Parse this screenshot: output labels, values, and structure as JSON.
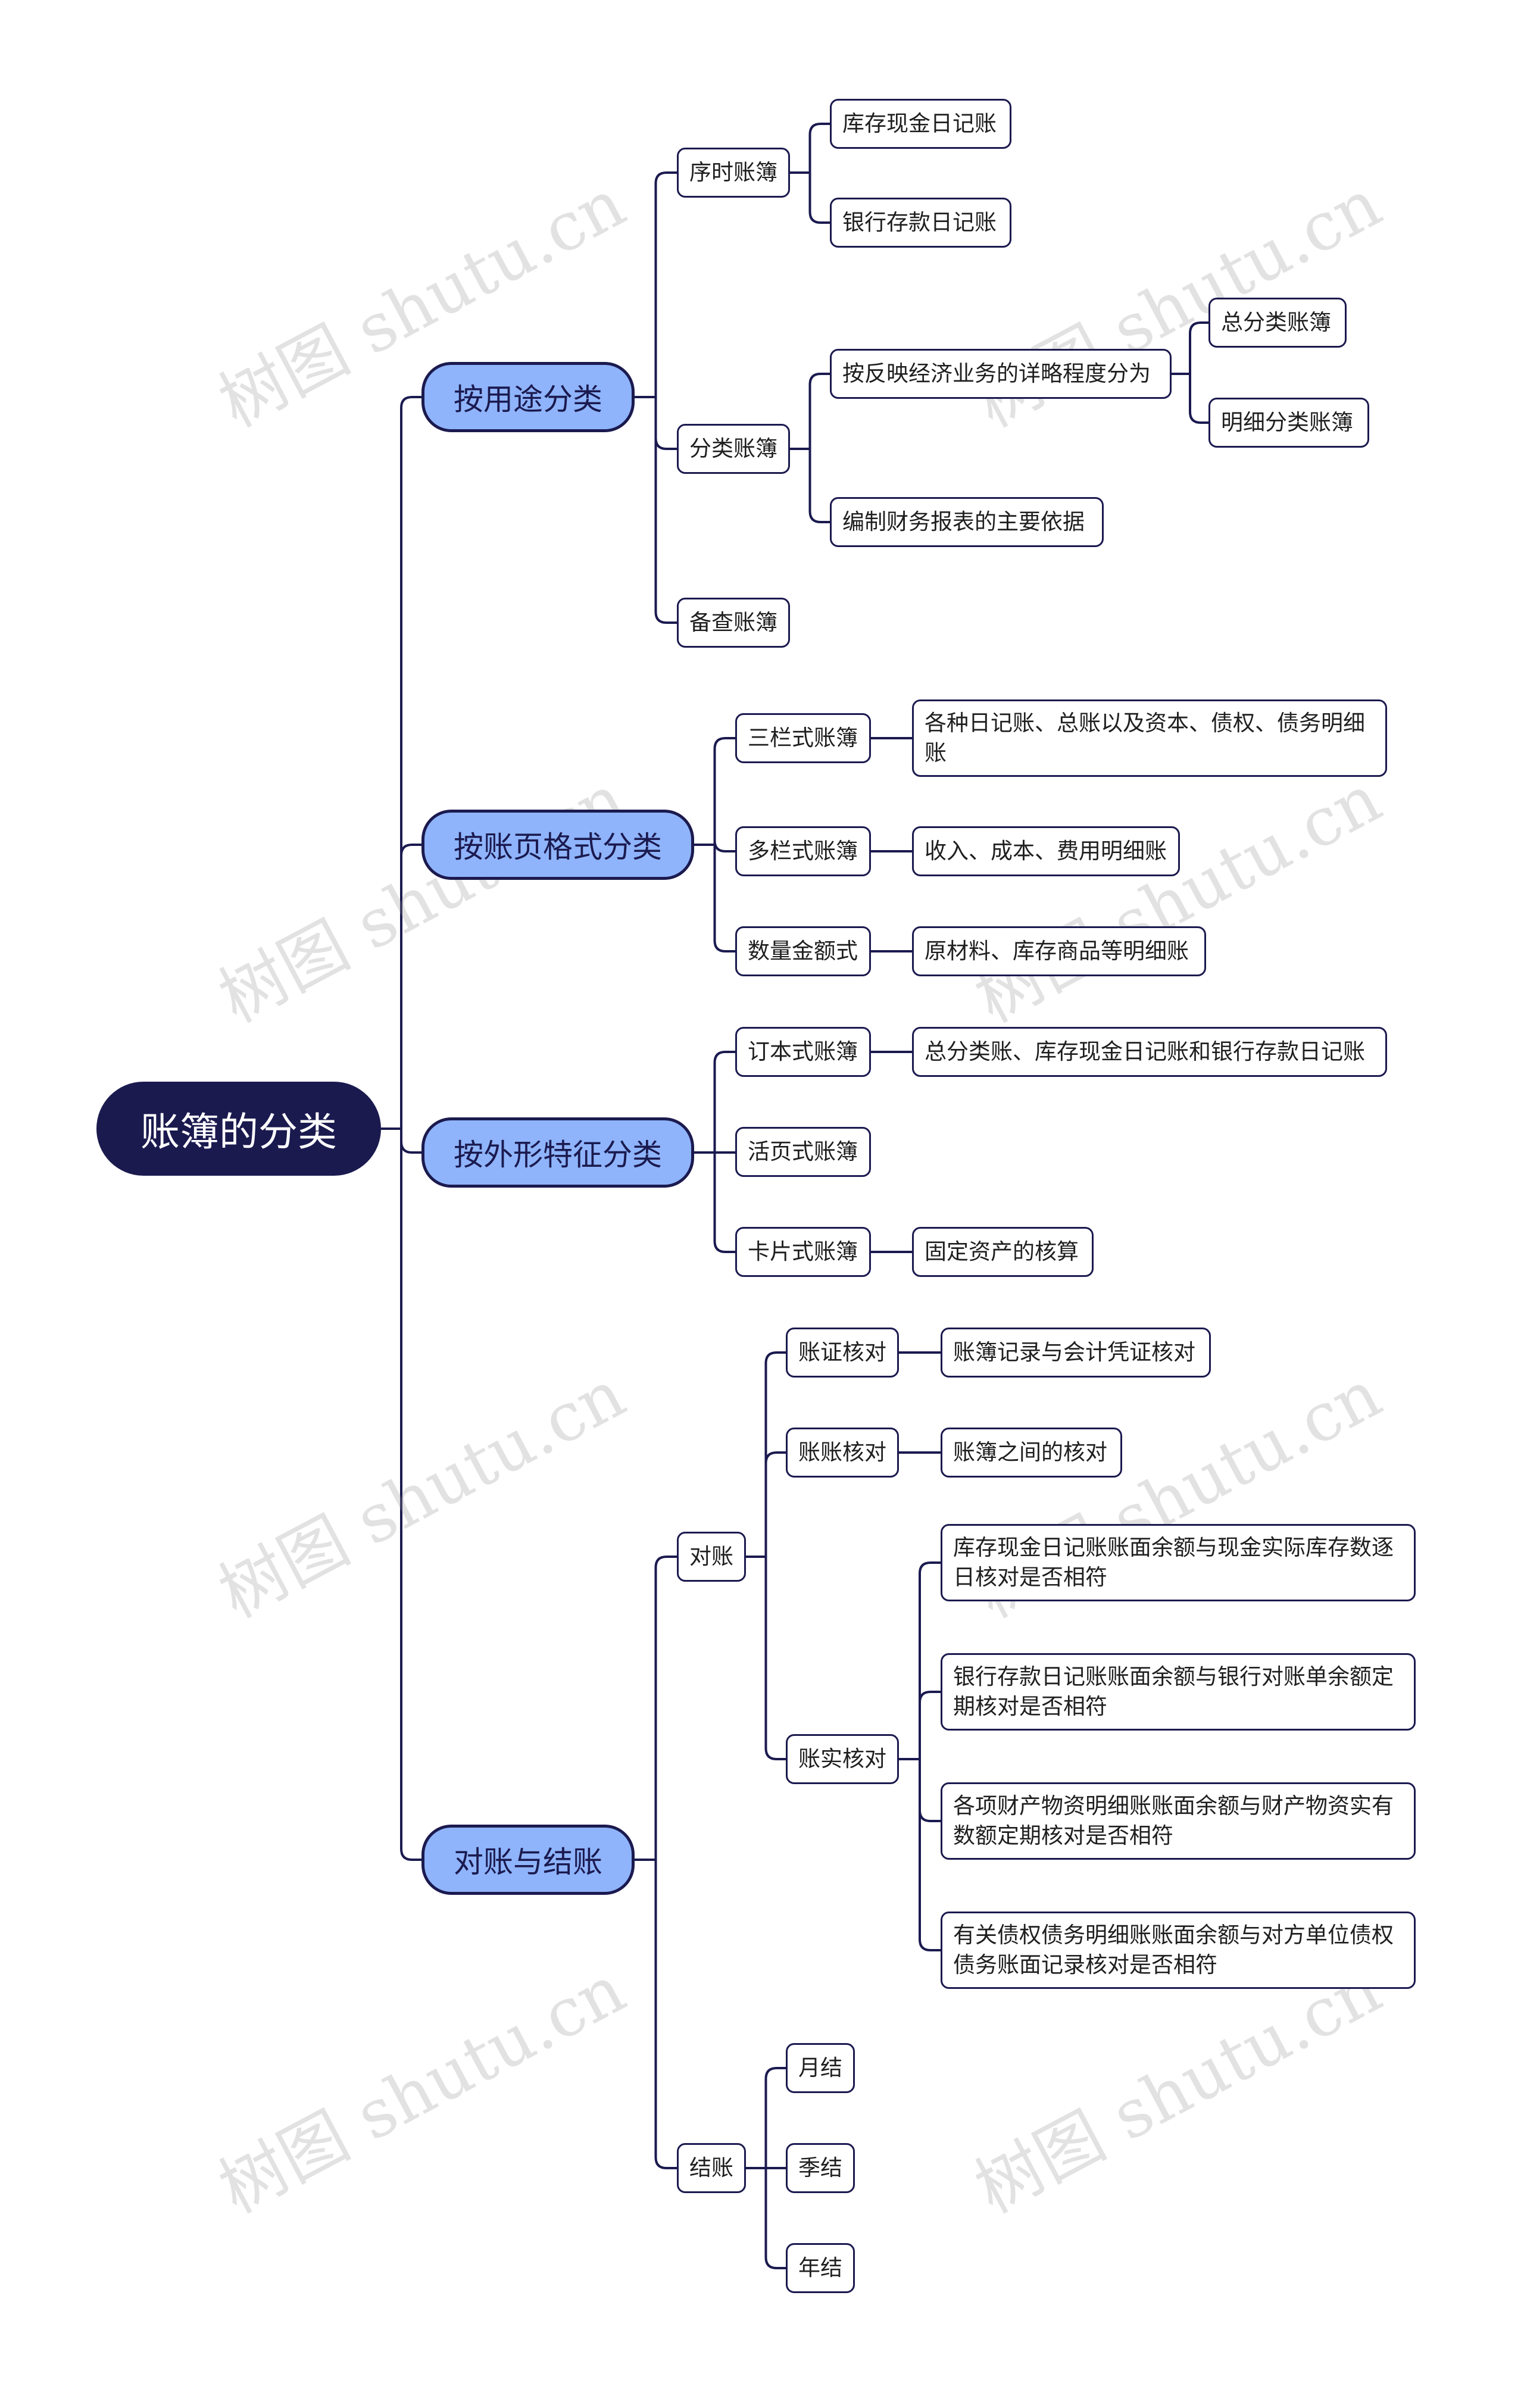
{
  "watermark": "树图 shutu.cn",
  "colors": {
    "root_fill": "#1b1a4f",
    "branch_fill": "#8fb4fb",
    "line": "#1b1a4f"
  },
  "root": "账簿的分类",
  "branches": [
    {
      "label": "按用途分类",
      "children": [
        {
          "label": "序时账簿",
          "children": [
            {
              "label": "库存现金日记账"
            },
            {
              "label": "银行存款日记账"
            }
          ]
        },
        {
          "label": "分类账簿",
          "children": [
            {
              "label": "按反映经济业务的详略程度分为",
              "children": [
                {
                  "label": "总分类账簿"
                },
                {
                  "label": "明细分类账簿"
                }
              ]
            },
            {
              "label": "编制财务报表的主要依据"
            }
          ]
        },
        {
          "label": "备查账簿"
        }
      ]
    },
    {
      "label": "按账页格式分类",
      "children": [
        {
          "label": "三栏式账簿",
          "children": [
            {
              "label": "各种日记账、总账以及资本、债权、债务明细账"
            }
          ]
        },
        {
          "label": "多栏式账簿",
          "children": [
            {
              "label": "收入、成本、费用明细账"
            }
          ]
        },
        {
          "label": "数量金额式",
          "children": [
            {
              "label": "原材料、库存商品等明细账"
            }
          ]
        }
      ]
    },
    {
      "label": "按外形特征分类",
      "children": [
        {
          "label": "订本式账簿",
          "children": [
            {
              "label": "总分类账、库存现金日记账和银行存款日记账"
            }
          ]
        },
        {
          "label": "活页式账簿"
        },
        {
          "label": "卡片式账簿",
          "children": [
            {
              "label": "固定资产的核算"
            }
          ]
        }
      ]
    },
    {
      "label": "对账与结账",
      "children": [
        {
          "label": "对账",
          "children": [
            {
              "label": "账证核对",
              "children": [
                {
                  "label": "账簿记录与会计凭证核对"
                }
              ]
            },
            {
              "label": "账账核对",
              "children": [
                {
                  "label": "账簿之间的核对"
                }
              ]
            },
            {
              "label": "账实核对",
              "children": [
                {
                  "label": "库存现金日记账账面余额与现金实际库存数逐日核对是否相符"
                },
                {
                  "label": "银行存款日记账账面余额与银行对账单余额定期核对是否相符"
                },
                {
                  "label": "各项财产物资明细账账面余额与财产物资实有数额定期核对是否相符"
                },
                {
                  "label": "有关债权债务明细账账面余额与对方单位债权债务账面记录核对是否相符"
                }
              ]
            }
          ]
        },
        {
          "label": "结账",
          "children": [
            {
              "label": "月结"
            },
            {
              "label": "季结"
            },
            {
              "label": "年结"
            }
          ]
        }
      ]
    }
  ]
}
